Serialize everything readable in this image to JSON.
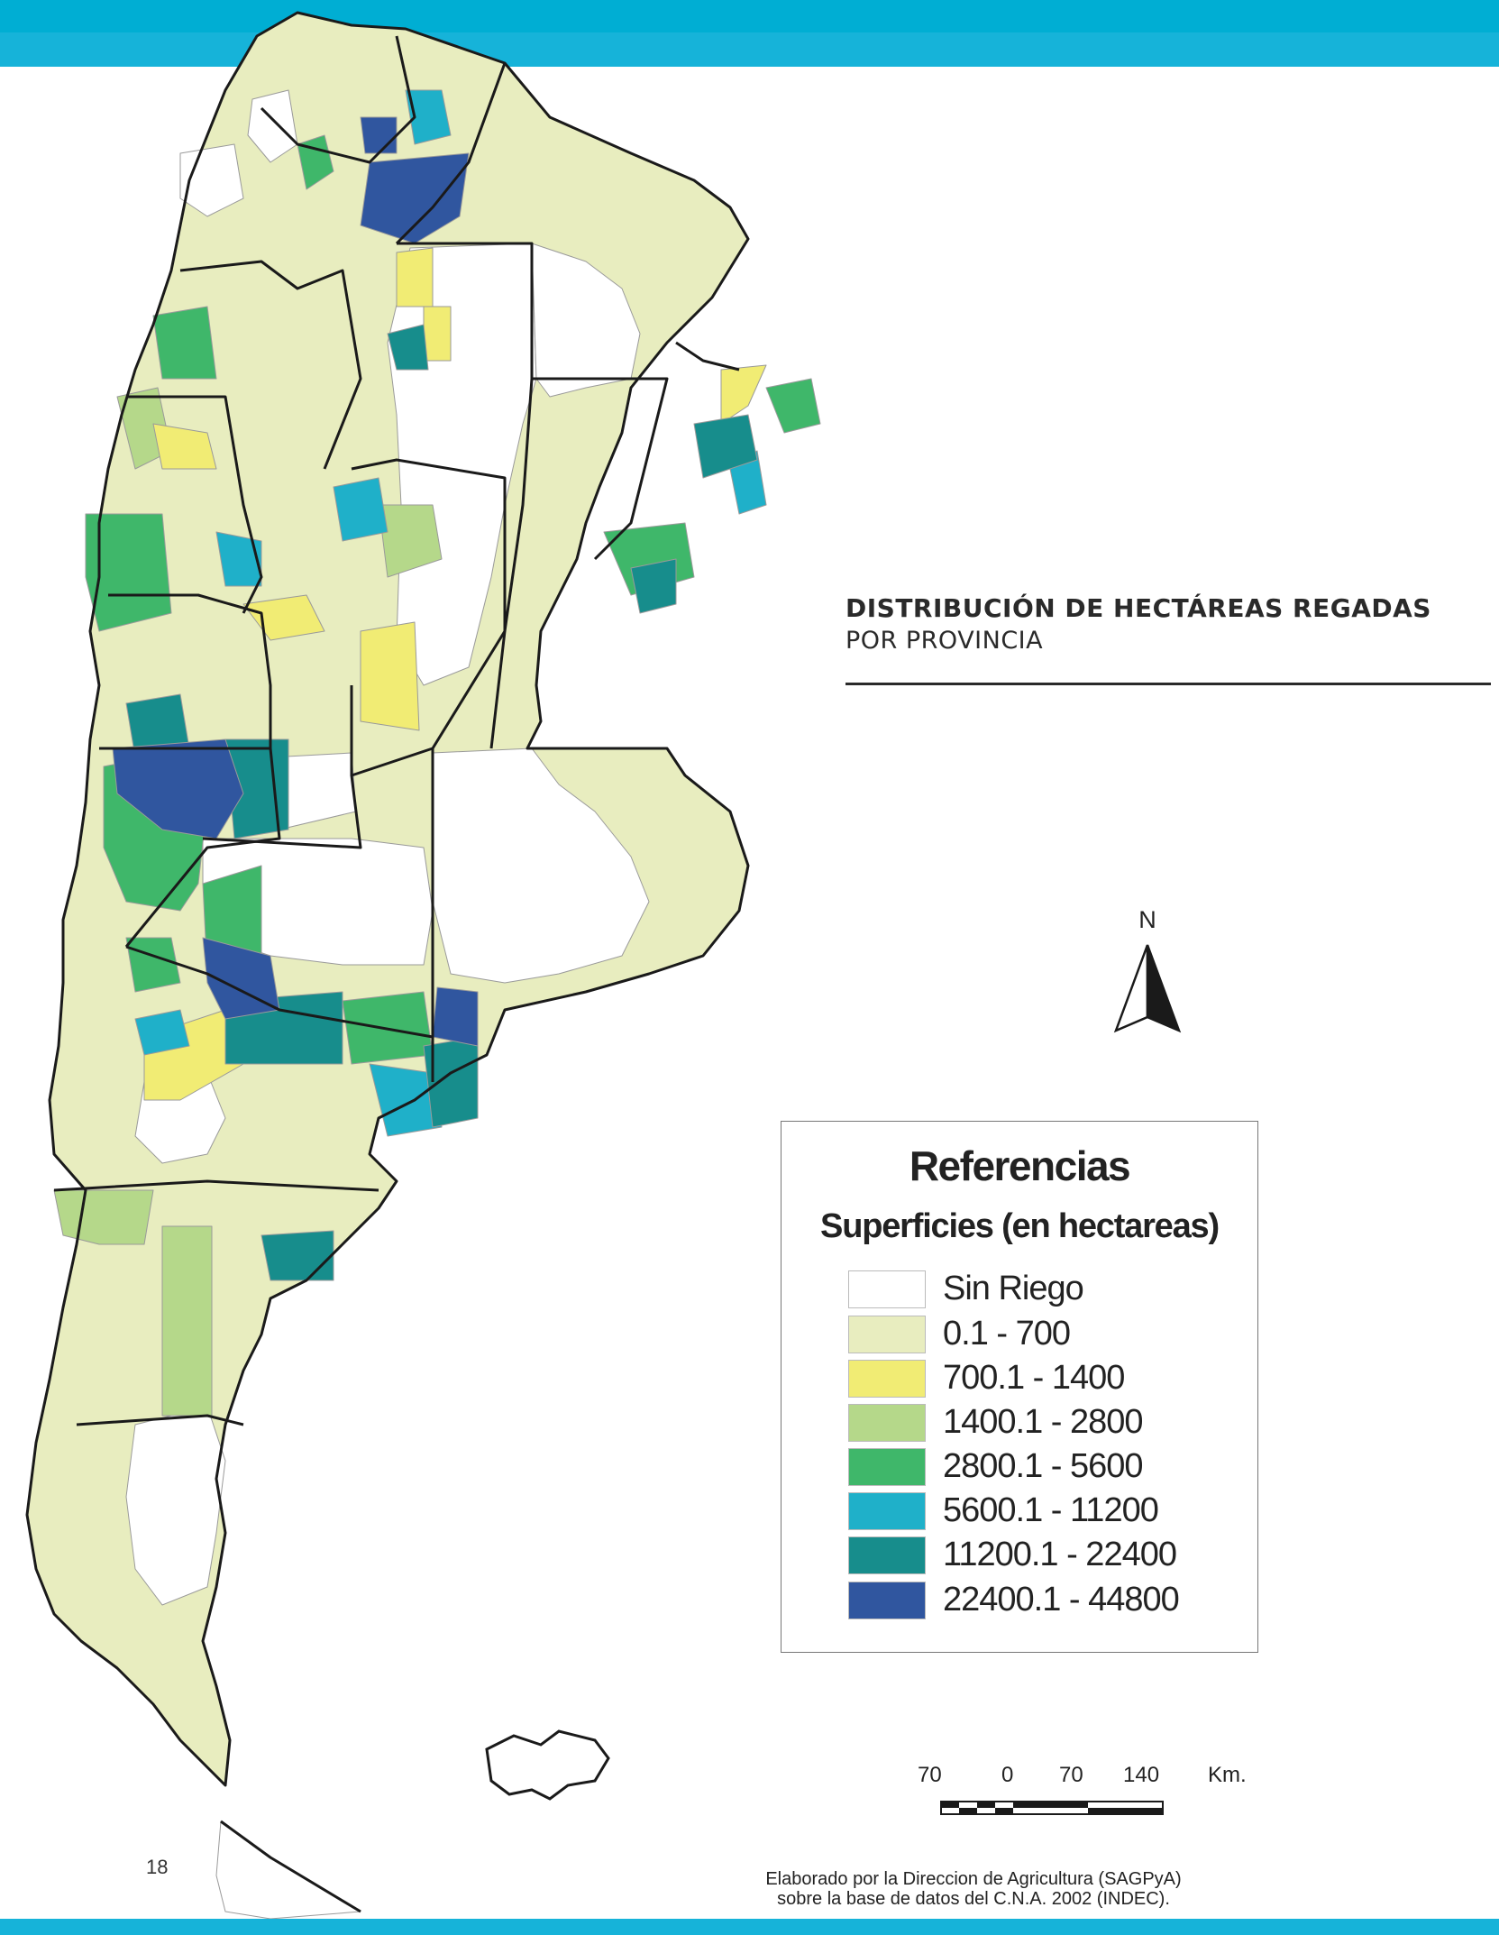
{
  "header": {
    "title": "DISTRIBUCIÓN DE HECTÁREAS REGADAS",
    "subtitle": "POR PROVINCIA"
  },
  "north_arrow": {
    "label": "N"
  },
  "legend": {
    "title": "Referencias",
    "subtitle": "Superficies (en hectareas)",
    "items": [
      {
        "label": "Sin Riego",
        "color": "#ffffff"
      },
      {
        "label": "0.1 - 700",
        "color": "#e8edbf"
      },
      {
        "label": "700.1 - 1400",
        "color": "#f1ec74"
      },
      {
        "label": "1400.1 - 2800",
        "color": "#b5d88a"
      },
      {
        "label": "2800.1 - 5600",
        "color": "#3fb76a"
      },
      {
        "label": "5600.1 - 11200",
        "color": "#1fb0c9"
      },
      {
        "label": "11200.1 - 22400",
        "color": "#178d8c"
      },
      {
        "label": "22400.1 - 44800",
        "color": "#30569f"
      }
    ]
  },
  "scale_bar": {
    "ticks": [
      "70",
      "0",
      "70",
      "140"
    ],
    "unit": "Km."
  },
  "footer": {
    "page_number": "18",
    "credit_line_1": "Elaborado por la Direccion de Agricultura (SAGPyA)",
    "credit_line_2": "sobre la base de datos del C.N.A. 2002 (INDEC)."
  },
  "colors": {
    "band": "#16b3d9",
    "border": "#1a1a1a"
  }
}
